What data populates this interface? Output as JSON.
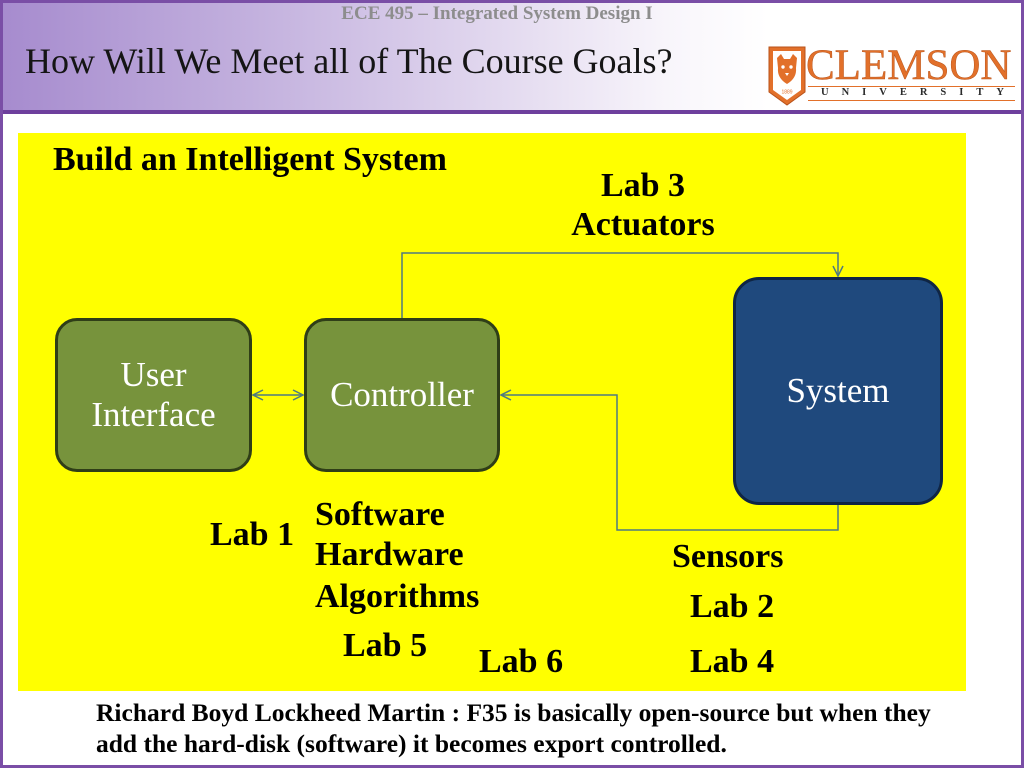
{
  "header": {
    "course_label": "ECE 495 – Integrated System Design I",
    "title": "How Will We Meet all of The Course Goals?"
  },
  "logo": {
    "icon": "tiger-shield-icon",
    "wordmark": "CLEMSON",
    "subtitle": "UNIVERSITY",
    "year": "1889"
  },
  "diagram": {
    "heading": "Build an Intelligent System",
    "nodes": {
      "user_interface": {
        "lines": [
          "User",
          "Interface"
        ]
      },
      "controller": {
        "lines": [
          "Controller"
        ]
      },
      "system": {
        "lines": [
          "System"
        ]
      }
    },
    "labels": {
      "lab3": "Lab 3",
      "actuators": "Actuators",
      "lab1": "Lab 1",
      "controller_aspects": [
        "Software",
        "Hardware",
        "Algorithms"
      ],
      "lab5": "Lab 5",
      "lab6": "Lab 6",
      "sensors": "Sensors",
      "lab2": "Lab 2",
      "lab4": "Lab 4"
    }
  },
  "footnote": {
    "lines": [
      "Richard Boyd Lockheed Martin : F35 is basically open-source but when they",
      "add the hard-disk (software) it becomes export controlled."
    ]
  },
  "colors": {
    "frame": "#7a4ea6",
    "header_rule": "#6e3f9d",
    "course_label": "#8d8d8d",
    "panel": "#ffff00",
    "node_green": "#77933c",
    "node_blue": "#1f497d",
    "connector": "#4f7a80",
    "brand_orange": "#e2702a"
  }
}
